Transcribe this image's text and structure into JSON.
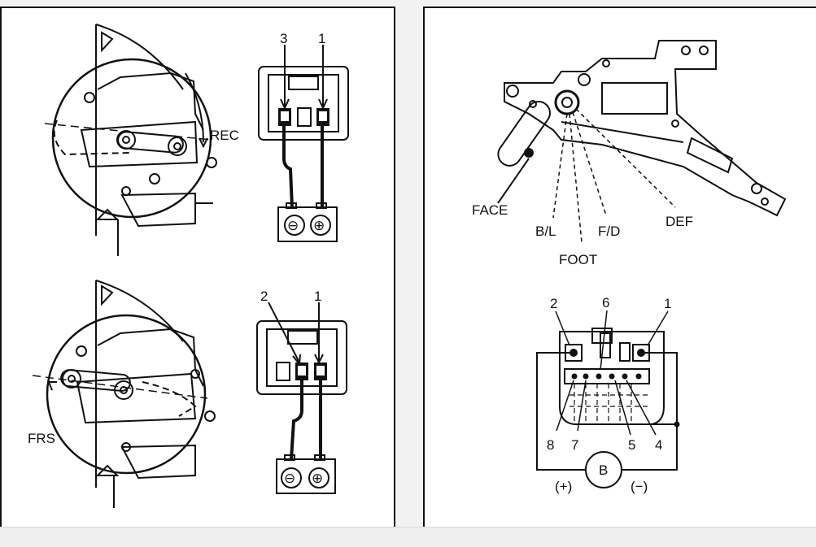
{
  "left_panel": {
    "rec_label": "REC",
    "frs_label": "FRS",
    "rec_connector": {
      "pin_a": "3",
      "pin_b": "1",
      "neg": "⊖",
      "pos": "⊕"
    },
    "frs_connector": {
      "pin_a": "2",
      "pin_b": "1",
      "neg": "⊖",
      "pos": "⊕"
    }
  },
  "right_panel": {
    "positions": [
      "FACE",
      "B/L",
      "FOOT",
      "F/D",
      "DEF"
    ],
    "connector_pins_top": [
      "2",
      "6",
      "1"
    ],
    "connector_pins_bottom": [
      "8",
      "7",
      "5",
      "4"
    ],
    "battery_label": "B",
    "plus_label": "(+)",
    "minus_label": "(−)"
  }
}
